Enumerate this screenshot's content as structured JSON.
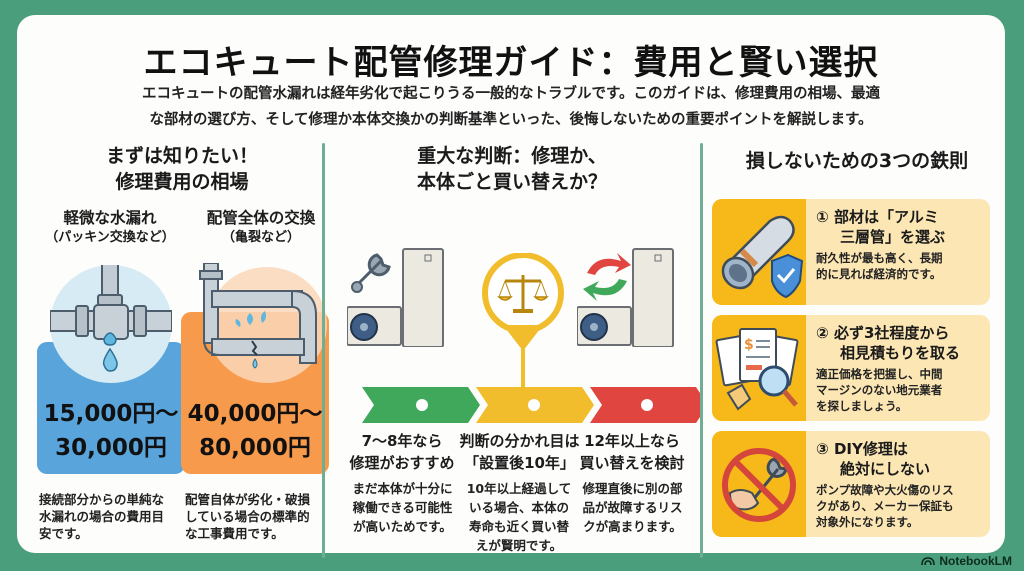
{
  "header": {
    "title": "エコキュート配管修理ガイド：費用と賢い選択",
    "intro_line1": "エコキュートの配管水漏れは経年劣化で起こりうる一般的なトラブルです。このガイドは、修理費用の相場、最適",
    "intro_line2": "な部材の選び方、そして修理か本体交換かの判断基準といった、後悔しないための重要ポイントを解説します。"
  },
  "costs": {
    "section_title_line1": "まずは知りたい！",
    "section_title_line2": "修理費用の相場",
    "items": [
      {
        "heading": "軽微な水漏れ",
        "subheading": "（パッキン交換など）",
        "price_from": "15,000円〜",
        "price_to": "30,000円",
        "icon": "leaking-pipe-joint-icon",
        "color": "#58a4db",
        "desc_lines": [
          "接続部分からの単純な",
          "水漏れの場合の費用目",
          "安です。"
        ]
      },
      {
        "heading": "配管全体の交換",
        "subheading": "（亀裂など）",
        "price_from": "40,000円〜",
        "price_to": "80,000円",
        "icon": "cracked-pipe-icon",
        "color": "#f79a4b",
        "desc_lines": [
          "配管自体が劣化・破損",
          "している場合の標準的",
          "な工事費用です。"
        ]
      }
    ]
  },
  "decision": {
    "section_title_line1": "重大な判断：修理か、",
    "section_title_line2": "本体ごと買い替えか？",
    "timeline_colors": [
      "#3fa85a",
      "#f2bd2c",
      "#e0463f"
    ],
    "stages": [
      {
        "label_line1": "7〜8年なら",
        "label_line2": "修理がおすすめ",
        "desc_lines": [
          "まだ本体が十分に",
          "稼働できる可能性",
          "が高いためです。"
        ]
      },
      {
        "label_line1": "判断の分かれ目は",
        "label_line2": "「設置後10年」",
        "desc_lines": [
          "10年以上経過して",
          "いる場合、本体の",
          "寿命も近く買い替",
          "えが賢明です。"
        ]
      },
      {
        "label_line1": "12年以上なら",
        "label_line2": "買い替えを検討",
        "desc_lines": [
          "修理直後に別の部",
          "品が故障するリス",
          "クが高まります。"
        ]
      }
    ]
  },
  "rules": {
    "section_title": "損しないための3つの鉄則",
    "items": [
      {
        "number": "①",
        "title_line1": "部材は「アルミ",
        "title_line2": "三層管」を選ぶ",
        "desc_lines": [
          "耐久性が最も高く、長期",
          "的に見れば経済的です。"
        ],
        "icon": "aluminum-pipe-shield-icon"
      },
      {
        "number": "②",
        "title_line1": "必ず3社程度から",
        "title_line2": "相見積もりを取る",
        "desc_lines": [
          "適正価格を把握し、中間",
          "マージンのない地元業者",
          "を探しましょう。"
        ],
        "icon": "quotes-magnifier-icon"
      },
      {
        "number": "③",
        "title_line1": "DIY修理は",
        "title_line2": "絶対にしない",
        "desc_lines": [
          "ポンプ故障や大火傷のリス",
          "クがあり、メーカー保証も",
          "対象外になります。"
        ],
        "icon": "no-diy-wrench-icon"
      }
    ]
  },
  "footer": {
    "badge": "NotebookLM"
  }
}
